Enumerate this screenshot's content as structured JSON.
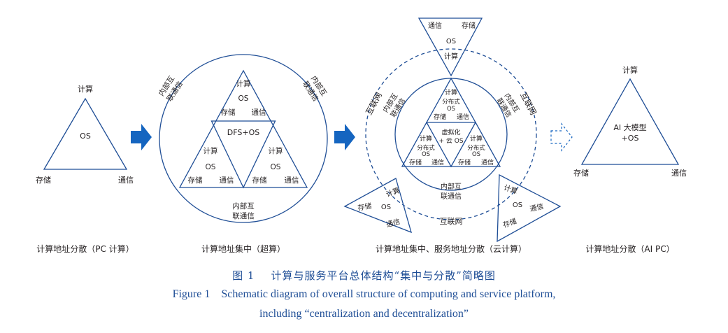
{
  "panels": {
    "pc": {
      "top": "计算",
      "center": "OS",
      "left": "存储",
      "right": "通信",
      "caption": "计算地址分散（PC 计算）"
    },
    "super": {
      "top_tri": {
        "top": "计算",
        "center": "OS",
        "left": "存储",
        "right": "通信"
      },
      "left_tri": {
        "top": "计算",
        "center": "OS",
        "left": "存储",
        "right": "通信"
      },
      "right_tri": {
        "top": "计算",
        "center": "OS",
        "left": "存储",
        "right": "通信"
      },
      "middle": "DFS+OS",
      "arc_left": [
        "内部互",
        "联通信"
      ],
      "arc_right": [
        "内部互",
        "联通信"
      ],
      "bottom": [
        "内部互",
        "联通信"
      ],
      "caption": "计算地址集中（超算）"
    },
    "cloud": {
      "top_outer": {
        "left": "通信",
        "right": "存储",
        "center": "OS",
        "bottom": "计算"
      },
      "inner_top": {
        "top": "计算",
        "mid1": "分布式",
        "mid2": "OS",
        "left": "存储",
        "right": "通信"
      },
      "inner_left": {
        "top": "计算",
        "mid1": "分布式",
        "mid2": "OS",
        "left": "存储",
        "right": "通信"
      },
      "inner_right": {
        "top": "计算",
        "mid1": "分布式",
        "mid2": "OS",
        "left": "存储",
        "right": "通信"
      },
      "inner_center": [
        "虚拟化",
        "+ 云 OS"
      ],
      "arc_inner_left": [
        "内部互",
        "联通信"
      ],
      "arc_inner_right": [
        "内部互",
        "联通信"
      ],
      "inner_bottom": [
        "内部互",
        "联通信"
      ],
      "outer_left": "互联网",
      "outer_right": "互联网",
      "outer_bottom": "互联网",
      "bl_outer": {
        "top": "计算",
        "center": "OS",
        "left": "存储",
        "right": "通信"
      },
      "br_outer": {
        "top": "计算",
        "center": "OS",
        "left": "存储",
        "right": "通信"
      },
      "caption": "计算地址集中、服务地址分散（云计算）"
    },
    "aipc": {
      "top": "计算",
      "center1": "AI 大模型",
      "center2": "+OS",
      "left": "存储",
      "right": "通信",
      "caption": "计算地址分散（AI PC）"
    }
  },
  "figure": {
    "caption_cn": "图 1    计算与服务平台总体结构“集中与分散”简略图",
    "caption_en_1": "Figure 1    Schematic diagram of overall structure of computing and service platform,",
    "caption_en_2": "including “centralization and decentralization”"
  },
  "colors": {
    "line": "#1f4e96",
    "arrow": "#1565c0",
    "text": "#231f20",
    "caption": "#1f4e96"
  }
}
